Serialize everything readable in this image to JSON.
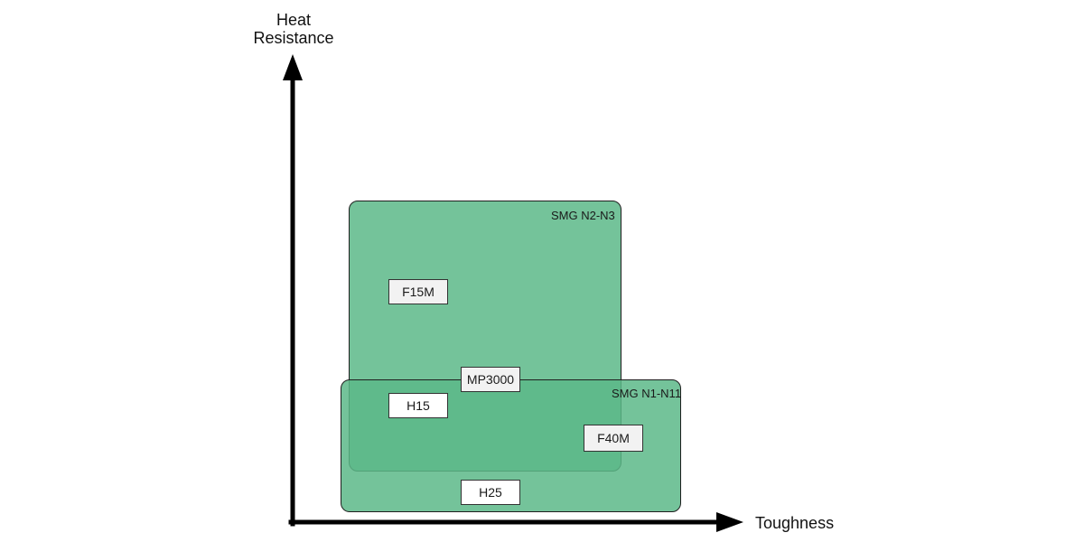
{
  "axes": {
    "y_label_line1": "Heat",
    "y_label_line2": "Resistance",
    "x_label": "Toughness"
  },
  "regions": [
    {
      "id": "smg-n2-n3",
      "label": "SMG N2-N3",
      "color": "#5cb888",
      "opacity": 0.85
    },
    {
      "id": "smg-n1-n11",
      "label": "SMG N1-N11",
      "color": "#5cb888",
      "opacity": 0.85
    }
  ],
  "materials": [
    {
      "id": "f15m",
      "label": "F15M",
      "fill": "#f2f2f2"
    },
    {
      "id": "mp3000",
      "label": "MP3000",
      "fill": "#f2f2f2"
    },
    {
      "id": "h15",
      "label": "H15",
      "fill": "#ffffff"
    },
    {
      "id": "f40m",
      "label": "F40M",
      "fill": "#f2f2f2"
    },
    {
      "id": "h25",
      "label": "H25",
      "fill": "#ffffff"
    }
  ],
  "colors": {
    "axis": "#000000",
    "region_fill": "#5cb888",
    "background": "#ffffff"
  }
}
